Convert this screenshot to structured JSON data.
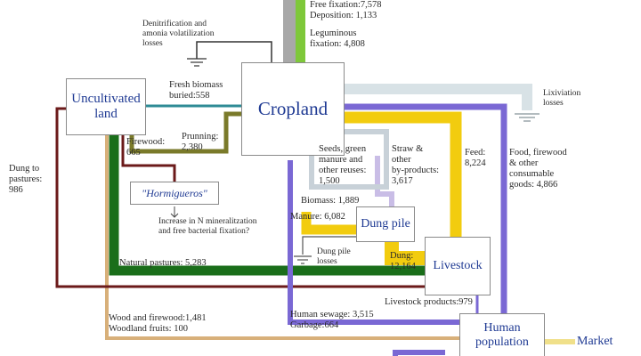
{
  "nodes": {
    "uncultivated_land": [
      "Uncultivated",
      "land"
    ],
    "cropland": "Cropland",
    "hormigueros": "\"Hormigueros\"",
    "dung_pile": "Dung pile",
    "livestock": "Livestock",
    "human_population": [
      "Human",
      "population"
    ],
    "market": "Market"
  },
  "labels": {
    "free_fixation": "Free fixation:7,578",
    "deposition": "Deposition: 1,133",
    "leguminous_fixation": [
      "Leguminous",
      "fixation: 4,808"
    ],
    "denitrification": [
      "Denitrification and",
      "amonia volatilization",
      "losses"
    ],
    "fresh_biomass": [
      "Fresh biomass",
      "buried:558"
    ],
    "lixiviation": [
      "Lixiviation",
      "losses"
    ],
    "firewood": [
      "Firewood:",
      "665"
    ],
    "prunning": [
      "Prunning:",
      "2,380"
    ],
    "seeds": [
      "Seeds, green",
      "manure and",
      "other reuses:",
      "1,500"
    ],
    "straw": [
      "Straw &",
      "other",
      "by-products:",
      "3,617"
    ],
    "feed": [
      "Feed:",
      "8,224"
    ],
    "food": [
      "Food, firewood",
      "& other",
      "consumable",
      "goods: 4,866"
    ],
    "dung_to_pastures": [
      "Dung to",
      "pastures:",
      "986"
    ],
    "increase_n": [
      "Increase in N mineralitzation",
      "and free bacterial fixation?"
    ],
    "biomass": "Biomass: 1,889",
    "manure": "Manure: 6,082",
    "dung_pile_losses": [
      "Dung pile",
      "losses"
    ],
    "dung": [
      "Dung:",
      "12,164"
    ],
    "natural_pastures": "Natural pastures: 5,283",
    "livestock_products": "Livestock products:979",
    "human_sewage": [
      "Human sewage: 3,515",
      "Garbage:664"
    ],
    "wood_firewood": [
      "Wood and firewood:1,481",
      "Woodland fruits: 100"
    ]
  },
  "flow_colors": {
    "fixation": "#a8a8a8",
    "leguminous": "#7ec83a",
    "lixiviation": "#d8e2e6",
    "biomass_teal": "#2e8b95",
    "prunning_olive": "#7a7a2a",
    "firewood_maroon": "#6b1a1a",
    "pastures_green": "#1a6e1a",
    "feed_yellow": "#f2cc0f",
    "straw_lavender": "#c9bde6",
    "seeds_grey": "#c8d1d8",
    "food_purple": "#7a68d4",
    "wood_tan": "#d8b07a",
    "market_yellow": "#f0e08a"
  }
}
